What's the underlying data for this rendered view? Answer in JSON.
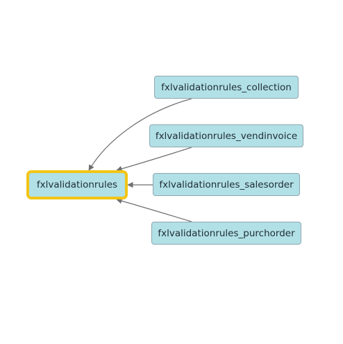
{
  "colors": {
    "node_fill": "#b1e0e6",
    "node_border": "#8fa7b0",
    "selected_border": "#f2c515",
    "edge": "#6f6f6f",
    "background": "#ffffff"
  },
  "target": {
    "label": "fxlvalidationrules",
    "selected": true
  },
  "dependents": [
    {
      "label": "fxlvalidationrules_collection"
    },
    {
      "label": "fxlvalidationrules_vendinvoice"
    },
    {
      "label": "fxlvalidationrules_salesorder"
    },
    {
      "label": "fxlvalidationrules_purchorder"
    }
  ]
}
